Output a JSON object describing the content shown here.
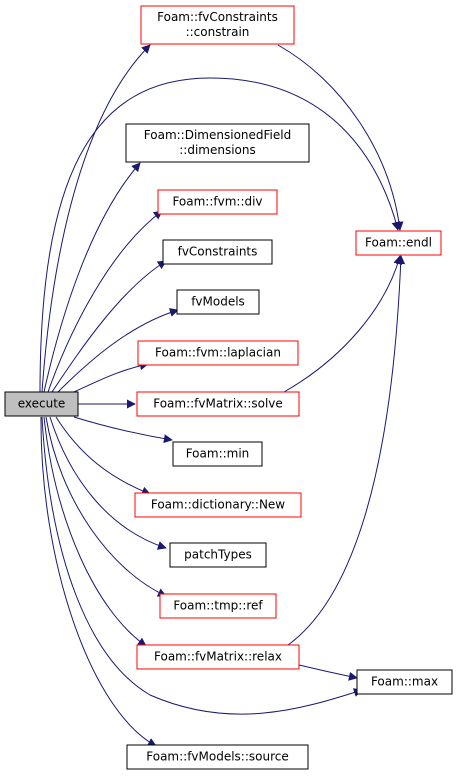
{
  "colors": {
    "edge": "#191970",
    "border_default": "#000000",
    "border_truncated": "#ff0000",
    "root_fill": "#bfbfbf",
    "node_fill": "#ffffff"
  },
  "nodes": [
    {
      "id": "execute",
      "lines": [
        "execute"
      ],
      "style": "root"
    },
    {
      "id": "fvconstraints-constrain",
      "lines": [
        "Foam::fvConstraints",
        "::constrain"
      ],
      "style": "truncated"
    },
    {
      "id": "dimensionedfield-dimensions",
      "lines": [
        "Foam::DimensionedField",
        "::dimensions"
      ],
      "style": "default"
    },
    {
      "id": "fvm-div",
      "lines": [
        "Foam::fvm::div"
      ],
      "style": "truncated"
    },
    {
      "id": "fvconstraints",
      "lines": [
        "fvConstraints"
      ],
      "style": "default"
    },
    {
      "id": "fvmodels",
      "lines": [
        "fvModels"
      ],
      "style": "default"
    },
    {
      "id": "fvm-laplacian",
      "lines": [
        "Foam::fvm::laplacian"
      ],
      "style": "truncated"
    },
    {
      "id": "fvmatrix-solve",
      "lines": [
        "Foam::fvMatrix::solve"
      ],
      "style": "truncated"
    },
    {
      "id": "min",
      "lines": [
        "Foam::min"
      ],
      "style": "default"
    },
    {
      "id": "dictionary-new",
      "lines": [
        "Foam::dictionary::New"
      ],
      "style": "truncated"
    },
    {
      "id": "patchtypes",
      "lines": [
        "patchTypes"
      ],
      "style": "default"
    },
    {
      "id": "tmp-ref",
      "lines": [
        "Foam::tmp::ref"
      ],
      "style": "truncated"
    },
    {
      "id": "fvmatrix-relax",
      "lines": [
        "Foam::fvMatrix::relax"
      ],
      "style": "truncated"
    },
    {
      "id": "fvmodels-source",
      "lines": [
        "Foam::fvModels::source"
      ],
      "style": "default"
    },
    {
      "id": "endl",
      "lines": [
        "Foam::endl"
      ],
      "style": "truncated"
    },
    {
      "id": "max",
      "lines": [
        "Foam::max"
      ],
      "style": "default"
    }
  ],
  "edges": [
    {
      "from": "execute",
      "to": "fvconstraints-constrain"
    },
    {
      "from": "execute",
      "to": "dimensionedfield-dimensions"
    },
    {
      "from": "execute",
      "to": "fvm-div"
    },
    {
      "from": "execute",
      "to": "fvconstraints"
    },
    {
      "from": "execute",
      "to": "fvmodels"
    },
    {
      "from": "execute",
      "to": "fvm-laplacian"
    },
    {
      "from": "execute",
      "to": "fvmatrix-solve"
    },
    {
      "from": "execute",
      "to": "min"
    },
    {
      "from": "execute",
      "to": "dictionary-new"
    },
    {
      "from": "execute",
      "to": "patchtypes"
    },
    {
      "from": "execute",
      "to": "tmp-ref"
    },
    {
      "from": "execute",
      "to": "fvmatrix-relax"
    },
    {
      "from": "execute",
      "to": "fvmodels-source"
    },
    {
      "from": "execute",
      "to": "endl"
    },
    {
      "from": "execute",
      "to": "max"
    },
    {
      "from": "fvconstraints-constrain",
      "to": "endl"
    },
    {
      "from": "fvmatrix-solve",
      "to": "endl"
    },
    {
      "from": "fvmatrix-relax",
      "to": "endl"
    },
    {
      "from": "fvmatrix-relax",
      "to": "max"
    }
  ]
}
